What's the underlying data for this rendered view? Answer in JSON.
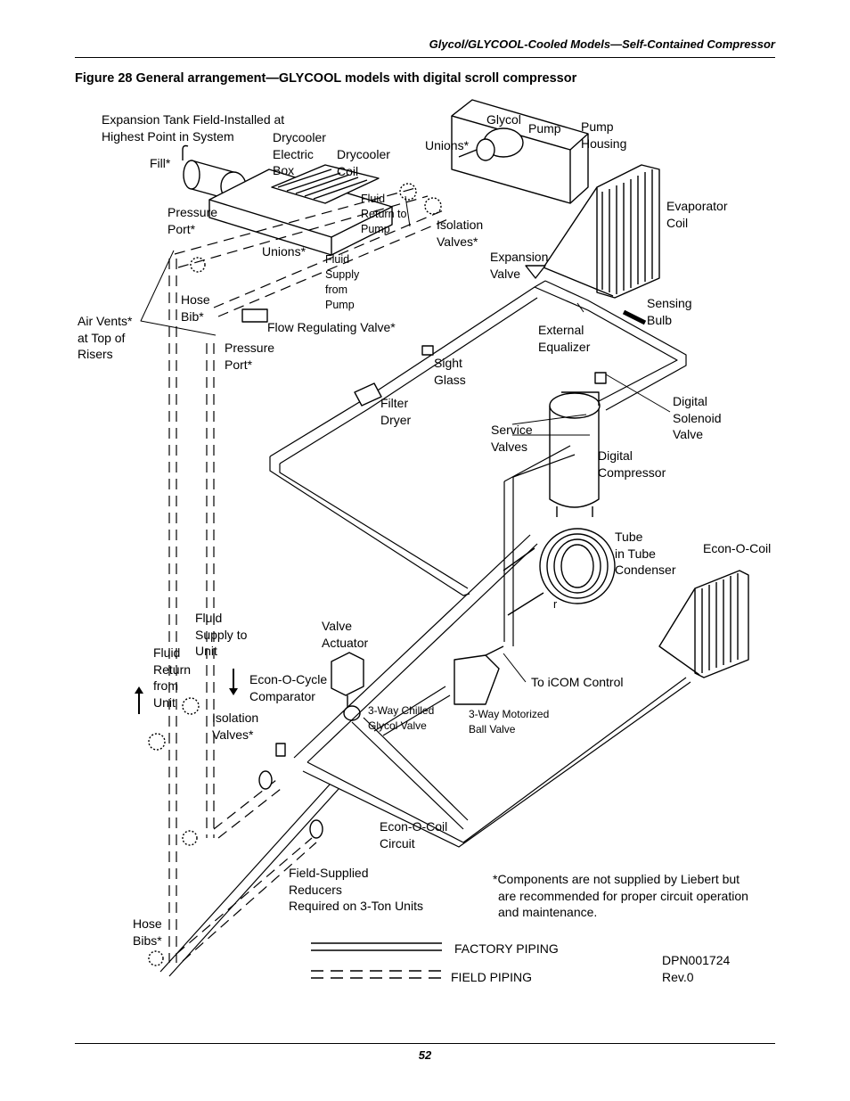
{
  "header": {
    "section_title": "Glycol/GLYCOOL-Cooled Models—Self-Contained Compressor"
  },
  "figure": {
    "title": "Figure 28  General arrangement—GLYCOOL models with digital scroll compressor"
  },
  "labels": {
    "expansion_tank": [
      "Expansion Tank Field-Installed at",
      "Highest Point in System"
    ],
    "fill": "Fill*",
    "drycooler_electric_box": [
      "Drycooler",
      "Electric",
      "Box"
    ],
    "drycooler_coil": [
      "Drycooler",
      "Coil"
    ],
    "glycol_pump": "Glycol",
    "pump": "Pump",
    "pump_housing": [
      "Pump",
      "Housing"
    ],
    "unions_top": "Unions*",
    "pressure_port_top": [
      "Pressure",
      "Port*"
    ],
    "fluid_return_to_pump": [
      "Fluid",
      "Return to",
      "Pump"
    ],
    "isolation_valves_top": [
      "Isolation",
      "Valves*"
    ],
    "evaporator_coil": [
      "Evaporator",
      "Coil"
    ],
    "unions_mid": "Unions*",
    "fluid_supply_from_pump": [
      "Fluid",
      "Supply",
      "from",
      "Pump"
    ],
    "expansion_valve": [
      "Expansion",
      "Valve"
    ],
    "hose_bib_top": [
      "Hose",
      "Bib*"
    ],
    "sensing_bulb": [
      "Sensing",
      "Bulb"
    ],
    "air_vents": [
      "Air Vents*",
      "at Top of",
      "Risers"
    ],
    "flow_regulating_valve": "Flow Regulating Valve*",
    "external_equalizer": [
      "External",
      "Equalizer"
    ],
    "pressure_port_mid": [
      "Pressure",
      "Port*"
    ],
    "sight_glass": [
      "Sight",
      "Glass"
    ],
    "filter_dryer": [
      "Filter",
      "Dryer"
    ],
    "digital_solenoid_valve": [
      "Digital",
      "Solenoid",
      "Valve"
    ],
    "service_valves": [
      "Service",
      "Valves"
    ],
    "digital_compressor": [
      "Digital",
      "Compressor"
    ],
    "tube_in_tube_condenser": [
      "Tube",
      "in Tube",
      "Condenser"
    ],
    "econ_o_coil": "Econ-O-Coil",
    "condenser_mark": "r",
    "fluid_supply_to_unit": [
      "Fluid",
      "Supply to",
      "Unit"
    ],
    "valve_actuator": [
      "Valve",
      "Actuator"
    ],
    "fluid_return_from_unit": [
      "Fluid",
      "Return",
      "from",
      "Unit"
    ],
    "econ_o_cycle_comparator": [
      "Econ-O-Cycle",
      "Comparator"
    ],
    "to_icom_control": "To iCOM Control",
    "isolation_valves_bottom": [
      "Isolation",
      "Valves*"
    ],
    "three_way_chilled_glycol_valve": [
      "3-Way Chilled",
      "Glycol Valve"
    ],
    "three_way_motorized_ball_valve": [
      "3-Way Motorized",
      "Ball Valve"
    ],
    "econ_o_coil_circuit": [
      "Econ-O-Coil",
      "Circuit"
    ],
    "field_supplied_reducers": [
      "Field-Supplied",
      "Reducers",
      "Required on 3-Ton Units"
    ],
    "footnote": [
      "*Components are not supplied by Liebert but",
      "are recommended for proper circuit operation",
      "and maintenance."
    ],
    "hose_bibs_bottom": [
      "Hose",
      "Bibs*"
    ]
  },
  "legend": {
    "factory_piping": "FACTORY PIPING",
    "field_piping": "FIELD PIPING"
  },
  "doc_ref": {
    "number": "DPN001724",
    "revision": "Rev.0"
  },
  "page_number": "52"
}
